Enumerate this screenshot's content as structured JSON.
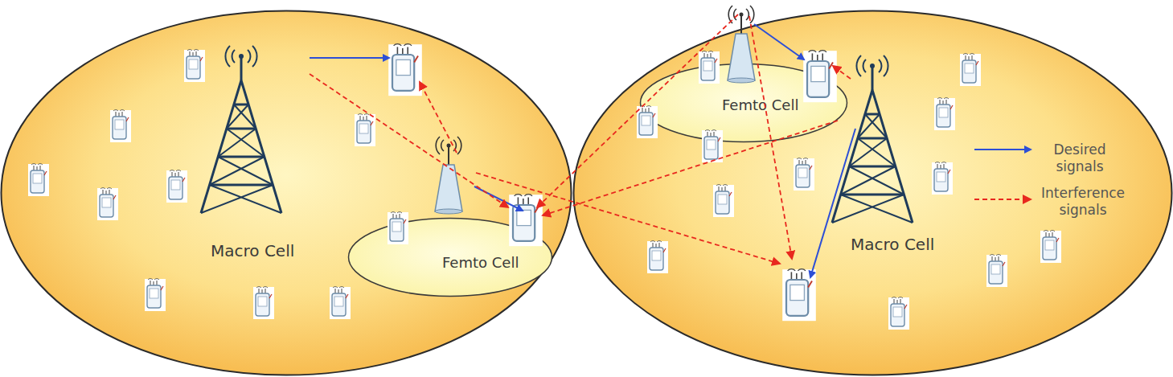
{
  "diagram": {
    "nodes": [
      {
        "text": [
          "Macro Cell"
        ]
      },
      {
        "text": [
          "Femto Cell"
        ],
        "in": 0
      },
      {
        "text": [
          "Macro Cell"
        ]
      },
      {
        "text": [
          "Femto Cell"
        ],
        "in": 2
      }
    ],
    "legend": [
      {
        "text": "Desired signals"
      },
      {
        "text": "Interference signals"
      }
    ]
  }
}
